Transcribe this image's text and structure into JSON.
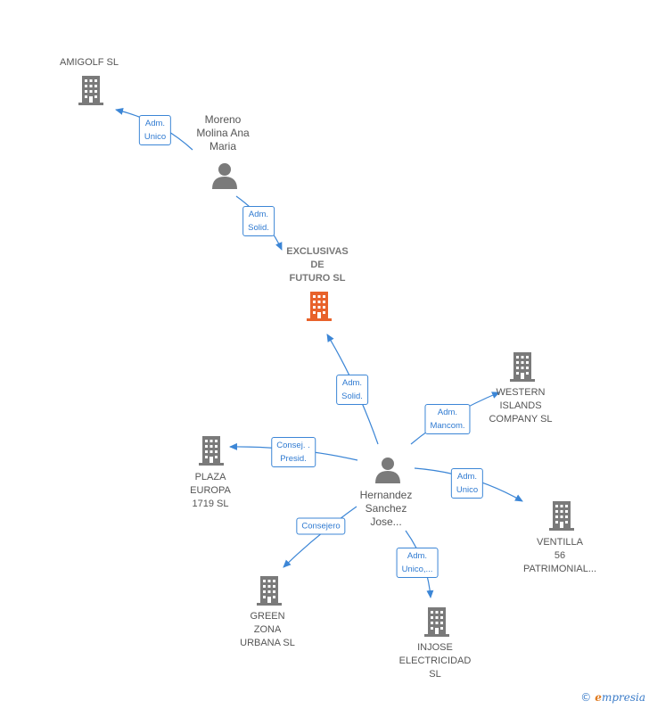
{
  "colors": {
    "building": "#7a7a7a",
    "building_main": "#e8622b",
    "person": "#7a7a7a",
    "edge": "#3c86d6"
  },
  "nodes": {
    "amigolf": {
      "label": "AMIGOLF SL",
      "icon": "building-icon"
    },
    "moreno": {
      "label": "Moreno\nMolina Ana\nMaria",
      "icon": "person-icon"
    },
    "exclusivas": {
      "label": "EXCLUSIVAS\nDE\nFUTURO  SL",
      "icon": "building-icon"
    },
    "western": {
      "label": "WESTERN\nISLANDS\nCOMPANY  SL",
      "icon": "building-icon"
    },
    "plaza": {
      "label": "PLAZA\nEUROPA\n1719  SL",
      "icon": "building-icon"
    },
    "hernandez": {
      "label": "Hernandez\nSanchez\nJose...",
      "icon": "person-icon"
    },
    "ventilla": {
      "label": "VENTILLA\n56\nPATRIMONIAL...",
      "icon": "building-icon"
    },
    "green": {
      "label": "GREEN\nZONA\nURBANA SL",
      "icon": "building-icon"
    },
    "injose": {
      "label": "INJOSE\nELECTRICIDAD\nSL",
      "icon": "building-icon"
    }
  },
  "edges": {
    "moreno_amigolf": "Adm.\nUnico",
    "moreno_exclusivas": "Adm.\nSolid.",
    "hernandez_exclusivas": "Adm.\nSolid.",
    "hernandez_western": "Adm.\nMancom.",
    "hernandez_plaza": "Consej. .\nPresid.",
    "hernandez_ventilla": "Adm.\nUnico",
    "hernandez_green": "Consejero",
    "hernandez_injose": "Adm.\nUnico,..."
  },
  "brand": {
    "copyright": "©",
    "first_letter": "e",
    "rest": "mpresia"
  }
}
